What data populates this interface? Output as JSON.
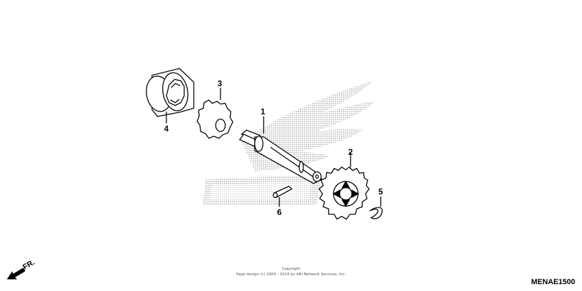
{
  "callouts": {
    "c1": "1",
    "c2": "2",
    "c3": "3",
    "c4": "4",
    "c5": "5",
    "c6": "6"
  },
  "direction": {
    "label": "FR."
  },
  "copyright": {
    "line1": "Copyright",
    "line2": "Page design (c) 2004 - 2014 by ARI Network Services, Inc."
  },
  "diagram_code": "MENAE1500",
  "colors": {
    "line": "#000000",
    "watermark": "#b8b8b8",
    "background": "#ffffff"
  }
}
